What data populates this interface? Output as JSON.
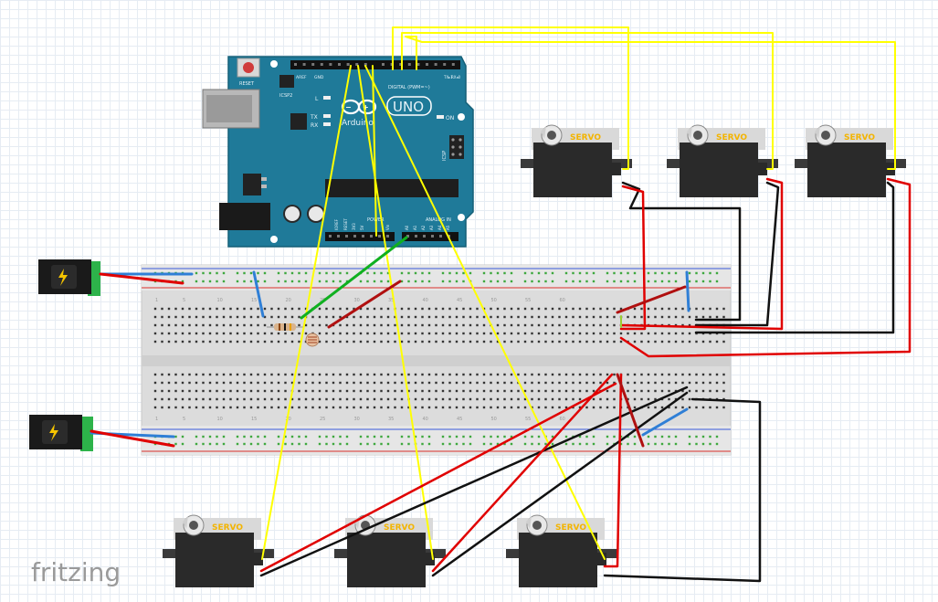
{
  "app": {
    "logo_text": "fritzing"
  },
  "arduino": {
    "model": "UNO",
    "brand": "Arduino",
    "reset_label": "RESET",
    "icsp2_label": "ICSP2",
    "icsp_label": "ICSP",
    "led_l": "L",
    "led_tx": "TX",
    "led_rx": "RX",
    "on_label": "ON",
    "aref_label": "AREF",
    "gnd_label": "GND",
    "digital_label": "DIGITAL (PWM=~)",
    "tx_pin": "TX▸1",
    "rx_pin": "RX◂0",
    "power_label": "POWER",
    "analog_label": "ANALOG IN",
    "ioref_label": "IOREF",
    "reset_pin_label": "RESET",
    "v33_label": "3V3",
    "v5_label": "5V",
    "vin_label": "Vin",
    "a0_label": "A0",
    "a1_label": "A1",
    "a2_label": "A2",
    "a3_label": "A3",
    "a4_label": "A4",
    "a5_label": "A5"
  },
  "servos": [
    {
      "label": "SERVO"
    },
    {
      "label": "SERVO"
    },
    {
      "label": "SERVO"
    },
    {
      "label": "SERVO"
    },
    {
      "label": "SERVO"
    },
    {
      "label": "SERVO"
    }
  ],
  "breadboard": {
    "column_numbers": [
      "1",
      "5",
      "10",
      "15",
      "20",
      "25",
      "30",
      "35",
      "40",
      "45",
      "50",
      "55",
      "60"
    ]
  },
  "colors": {
    "board": "#1f7a99",
    "yellow_wire": "#ffff00",
    "red_wire": "#e00000",
    "black_wire": "#111111",
    "green_wire": "#10b020",
    "blue_wire": "#2f7fd6",
    "darkred_wire": "#b01010",
    "servo_body": "#2a2a2a",
    "power_jack": "#2db34a"
  }
}
